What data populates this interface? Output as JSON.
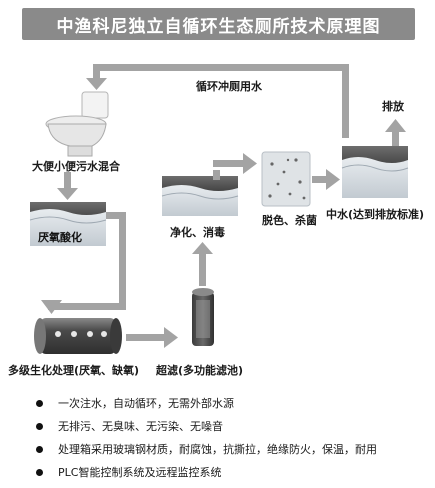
{
  "title": "中渔科尼独立自循环生态厕所技术原理图",
  "labels": {
    "recycle_flush": "循环冲厕用水",
    "discharge": "排放",
    "mixed_sewage": "大便小便污水混合",
    "anaerobic_acidification": "厌氧酸化",
    "purify_disinfect": "净化、消毒",
    "decolor_sterilize": "脱色、杀菌",
    "reclaimed_water": "中水(达到排放标准)",
    "multistage_bio": "多级生化处理(厌氧、缺氧)",
    "ultrafiltration": "超滤(多功能滤池)"
  },
  "features": [
    "一次注水，自动循环，无需外部水源",
    "无排污、无臭味、无污染、无噪音",
    "处理箱采用玻璃钢材质，耐腐蚀，抗撕拉，绝缘防火，保温，耐用",
    "PLC智能控制系统及远程监控系统"
  ],
  "colors": {
    "banner": "#8a8a8a",
    "arrow": "#9a9a9a",
    "tank_dark": "#4a4a4a",
    "water": "#d6dde3"
  }
}
